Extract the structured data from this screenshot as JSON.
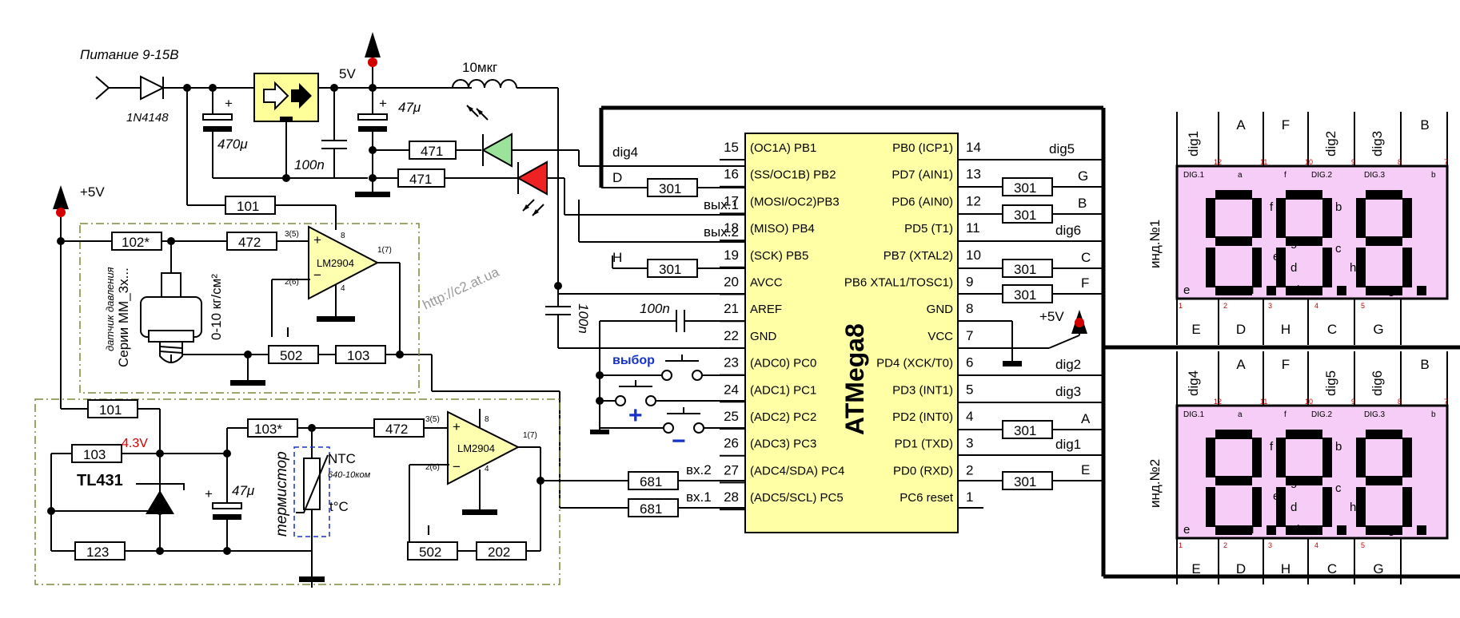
{
  "colors": {
    "mcu_fill": "#ffffa6",
    "opamp_fill": "#ffffb0",
    "regulator_fill": "#ffff9a",
    "display_fill": "#f6cdf6",
    "led_green": "#9be39b",
    "led_red": "#ee2222",
    "accent_red": "#d40000",
    "accent_blue": "#1733c9"
  },
  "power": {
    "supply_label": "Питание 9-15В",
    "diode": "1N4148",
    "c_in": "470μ",
    "c_100n": "100n",
    "v5_label": "5V",
    "c_out": "47μ",
    "inductor": "10мкг",
    "plus5v_left": "+5V",
    "plus5v_right": "+5V",
    "plus": "+"
  },
  "leds": {
    "r_green": "471",
    "r_red": "471"
  },
  "watermark": "http://c2.at.ua",
  "pressure": {
    "r_feedback": "101",
    "r_sensor": "102*",
    "r_in": "472",
    "opamp": "LM2904",
    "pin_in_plus": "3(5)",
    "pin_in_minus": "2(6)",
    "pin_out": "1(7)",
    "pin_vcc": "8",
    "pin_gnd": "4",
    "sensor_label1": "датчик давления",
    "sensor_label2": "Серии ММ_3х...",
    "range": "0-10 кг/см²",
    "r_gain1": "502",
    "r_gain2": "103",
    "plus": "+",
    "minus": "−"
  },
  "temp": {
    "r_top": "101",
    "r_ref": "103",
    "ref_voltage": "4.3V",
    "ref_ic": "TL431",
    "c_filter": "47μ",
    "c_plus": "+",
    "r_bottom": "123",
    "r_series": "103*",
    "thermistor_label": "термистор",
    "ntc": "NTC",
    "ntc_range": "640-10ком",
    "ntc_temp": "t°C",
    "r_in": "472",
    "opamp": "LM2904",
    "pin_in_plus": "3(5)",
    "pin_in_minus": "2(6)",
    "pin_out": "1(7)",
    "pin_vcc": "8",
    "pin_gnd": "4",
    "r_gain1": "502",
    "r_gain2": "202",
    "plus": "+",
    "minus": "−"
  },
  "mcu": {
    "name": "ATMega8",
    "left_pins": [
      {
        "num": "15",
        "name": "(OC1A) PB1"
      },
      {
        "num": "16",
        "name": "(SS/OC1B) PB2"
      },
      {
        "num": "17",
        "name": "(MOSI/OC2)PB3"
      },
      {
        "num": "18",
        "name": "(MISO) PB4"
      },
      {
        "num": "19",
        "name": "(SCK) PB5"
      },
      {
        "num": "20",
        "name": "AVCC"
      },
      {
        "num": "21",
        "name": "AREF"
      },
      {
        "num": "22",
        "name": "GND"
      },
      {
        "num": "23",
        "name": "(ADC0) PC0"
      },
      {
        "num": "24",
        "name": "(ADC1) PC1"
      },
      {
        "num": "25",
        "name": "(ADC2) PC2"
      },
      {
        "num": "26",
        "name": "(ADC3) PC3"
      },
      {
        "num": "27",
        "name": "(ADC4/SDA) PC4"
      },
      {
        "num": "28",
        "name": "(ADC5/SCL) PC5"
      }
    ],
    "right_pins": [
      {
        "num": "14",
        "name": "PB0 (ICP1)"
      },
      {
        "num": "13",
        "name": "PD7 (AIN1)"
      },
      {
        "num": "12",
        "name": "PD6 (AIN0)"
      },
      {
        "num": "11",
        "name": "PD5  (T1)"
      },
      {
        "num": "10",
        "name": "PB7 (XTAL2)"
      },
      {
        "num": "9",
        "name": "PB6 XTAL1/TOSC1)"
      },
      {
        "num": "8",
        "name": "GND"
      },
      {
        "num": "7",
        "name": "VCC"
      },
      {
        "num": "6",
        "name": "PD4 (XCK/T0)"
      },
      {
        "num": "5",
        "name": "PD3 (INT1)"
      },
      {
        "num": "4",
        "name": "PD2 (INT0)"
      },
      {
        "num": "3",
        "name": "PD1 (TXD)"
      },
      {
        "num": "2",
        "name": "PD0 (RXD)"
      },
      {
        "num": "1",
        "name": "PC6 reset"
      }
    ],
    "left_nets": {
      "dig4": "dig4",
      "D": "D",
      "out1": "вых.1",
      "out2": "вых.2",
      "H": "H",
      "in2": "вх.2",
      "in1": "вх.1"
    },
    "right_nets": {
      "dig5": "dig5",
      "G": "G",
      "B": "B",
      "dig6": "dig6",
      "C": "C",
      "F": "F",
      "dig2": "dig2",
      "dig3": "dig3",
      "A": "A",
      "dig1": "dig1",
      "E": "E"
    },
    "r_D": "301",
    "r_H": "301",
    "r_G": "301",
    "r_B": "301",
    "r_C": "301",
    "r_F": "301",
    "r_A": "301",
    "r_E": "301",
    "r_in2": "681",
    "r_in1": "681",
    "c_avcc": "100n",
    "c_aref": "100n"
  },
  "buttons": {
    "select": "выбор",
    "plus": "+",
    "minus": "−"
  },
  "displays": [
    {
      "title": "инд.№1",
      "top": [
        "dig1",
        "A",
        "F",
        "dig2",
        "dig3",
        "B"
      ],
      "top_pins": [
        "12",
        "11",
        "10",
        "9",
        "8",
        "7"
      ],
      "bottom": [
        "E",
        "D",
        "H",
        "C",
        "G"
      ],
      "bottom_pins": [
        "1",
        "2",
        "3",
        "4",
        "5"
      ],
      "inside_top": [
        "DIG.1",
        "a",
        "f",
        "DIG.2",
        "DIG.3",
        "b"
      ],
      "inside_bottom": [
        "e",
        "d",
        "h",
        "c",
        "g"
      ],
      "seg_letters": [
        "a",
        "f",
        "b",
        "g",
        "e",
        "c",
        "d",
        "h"
      ]
    },
    {
      "title": "инд.№2",
      "top": [
        "dig4",
        "A",
        "F",
        "dig5",
        "dig6",
        "B"
      ],
      "top_pins": [
        "12",
        "11",
        "10",
        "9",
        "8",
        "7"
      ],
      "bottom": [
        "E",
        "D",
        "H",
        "C",
        "G"
      ],
      "bottom_pins": [
        "1",
        "2",
        "3",
        "4",
        "5"
      ],
      "inside_top": [
        "DIG.1",
        "a",
        "f",
        "DIG.2",
        "DIG.3",
        "b"
      ],
      "inside_bottom": [
        "e",
        "d",
        "h",
        "c",
        "g"
      ],
      "seg_letters": [
        "a",
        "f",
        "b",
        "g",
        "e",
        "c",
        "d",
        "h"
      ]
    }
  ]
}
